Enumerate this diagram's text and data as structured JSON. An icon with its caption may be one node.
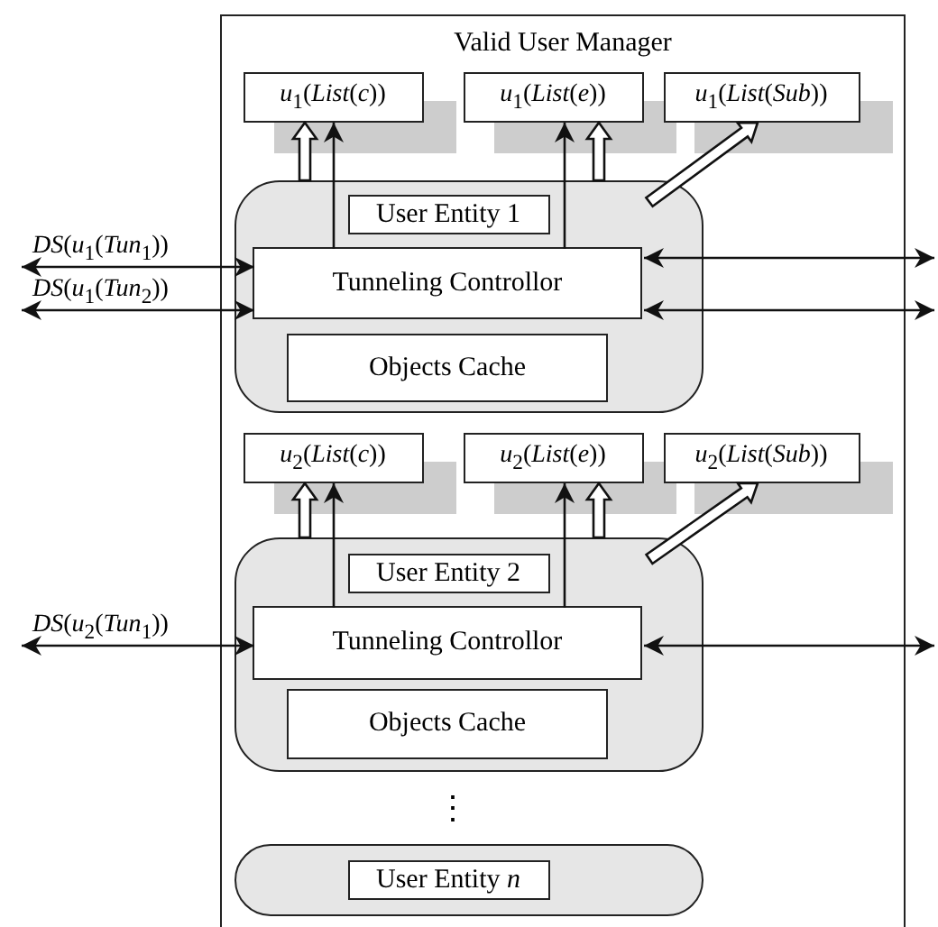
{
  "diagram": {
    "nodes": [
      {
        "text": [
          "Valid User Manager"
        ]
      },
      {
        "text": [
          "*u*$_{1}$(*List*(*c*))"
        ],
        "in": 0
      },
      {
        "text": [
          "*u*$_{1}$(*List*(*e*))"
        ],
        "in": 0
      },
      {
        "text": [
          "*u*$_{1}$(*List*(*Sub*))"
        ],
        "in": 0
      },
      {
        "text": [
          "User Entity 1"
        ],
        "in": 0
      },
      {
        "text": [
          "Tunneling Controllor"
        ],
        "in": 4
      },
      {
        "text": [
          "Objects Cache"
        ],
        "in": 4
      },
      {
        "text": [
          "*u*$_{2}$(*List*(*c*))"
        ],
        "in": 0
      },
      {
        "text": [
          "*u*$_{2}$(*List*(*e*))"
        ],
        "in": 0
      },
      {
        "text": [
          "*u*$_{2}$(*List*(*Sub*))"
        ],
        "in": 0
      },
      {
        "text": [
          "User Entity 2"
        ],
        "in": 0
      },
      {
        "text": [
          "Tunneling Controllor"
        ],
        "in": 10
      },
      {
        "text": [
          "Objects Cache"
        ],
        "in": 10
      },
      {
        "text": [
          "User Entity *n*"
        ],
        "in": 0
      }
    ],
    "edges": [
      {
        "from": 4,
        "to": 1,
        "arrow": "to",
        "style": "thick"
      },
      {
        "from": 5,
        "to": 1,
        "arrow": "to"
      },
      {
        "from": 5,
        "to": 2,
        "arrow": "to"
      },
      {
        "from": 4,
        "to": 2,
        "arrow": "to",
        "style": "thick"
      },
      {
        "from": 4,
        "to": 3,
        "arrow": "to",
        "style": "thick"
      },
      {
        "from": null,
        "to": 5,
        "arrow": "both",
        "label": "*DS*(*u*$_{1}$(*Tun*$_{1}$))"
      },
      {
        "from": null,
        "to": 5,
        "arrow": "both",
        "label": "*DS*(*u*$_{1}$(*Tun*$_{2}$))"
      },
      {
        "from": 5,
        "to": null,
        "arrow": "both"
      },
      {
        "from": 5,
        "to": null,
        "arrow": "both"
      },
      {
        "from": 10,
        "to": 7,
        "arrow": "to",
        "style": "thick"
      },
      {
        "from": 11,
        "to": 7,
        "arrow": "to"
      },
      {
        "from": 11,
        "to": 8,
        "arrow": "to"
      },
      {
        "from": 10,
        "to": 8,
        "arrow": "to",
        "style": "thick"
      },
      {
        "from": 10,
        "to": 9,
        "arrow": "to",
        "style": "thick"
      },
      {
        "from": null,
        "to": 11,
        "arrow": "both",
        "label": "*DS*(*u*$_{2}$(*Tun*$_{1}$))"
      },
      {
        "from": 11,
        "to": null,
        "arrow": "both"
      }
    ],
    "labels": [
      "⋮"
    ]
  }
}
